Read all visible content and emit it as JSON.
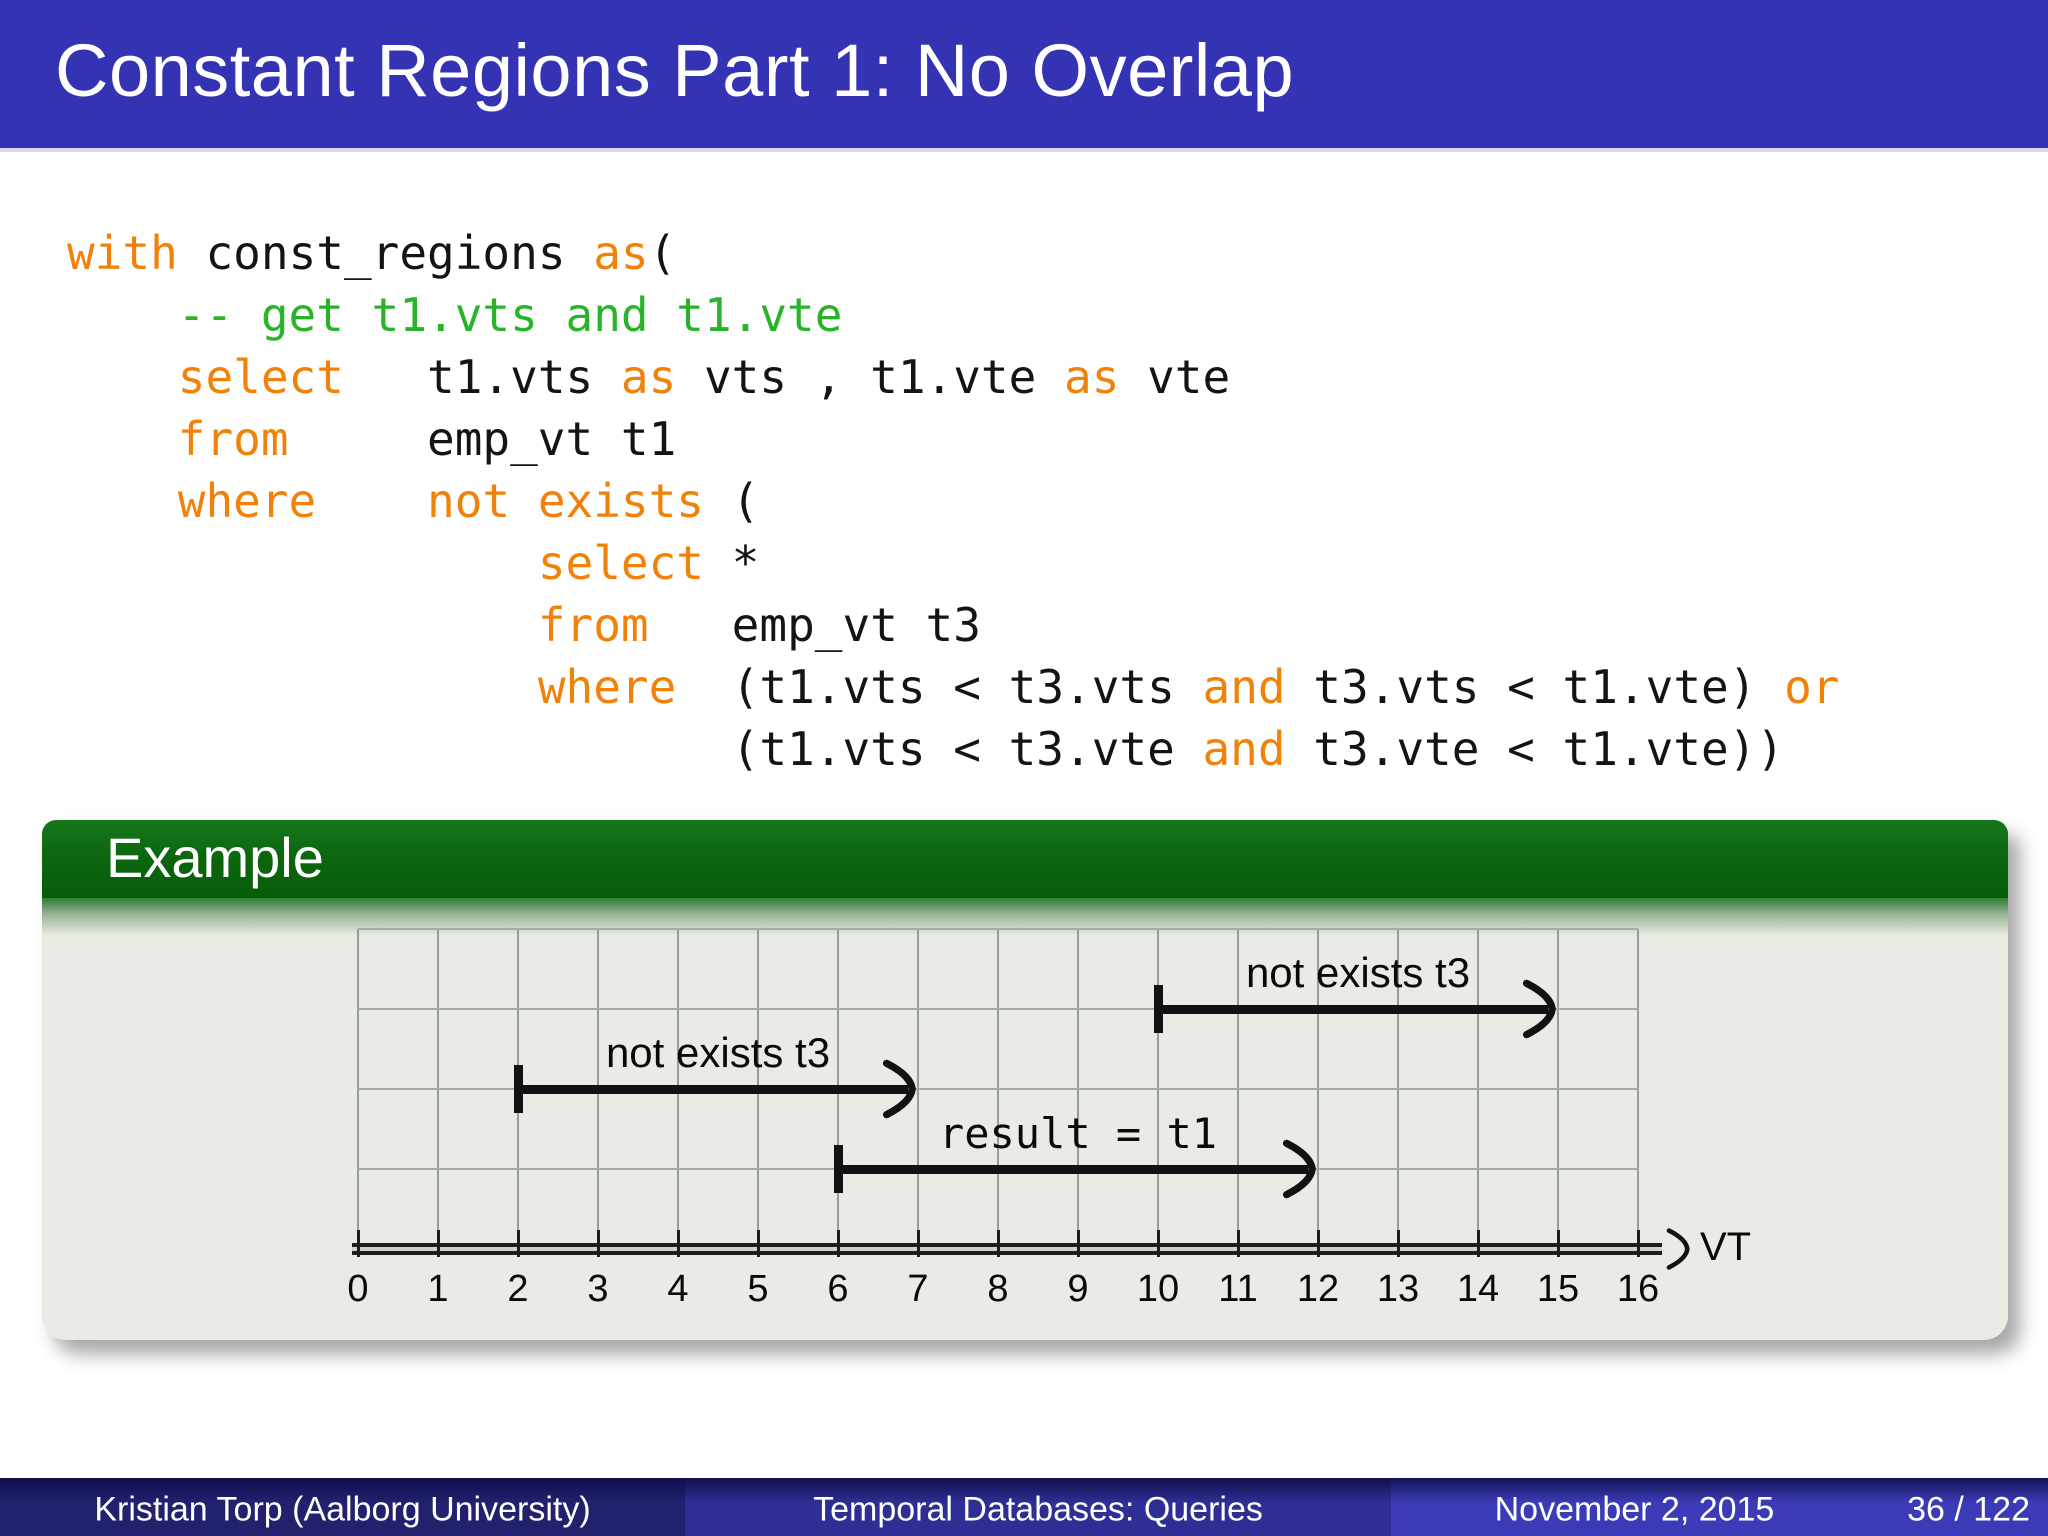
{
  "slide": {
    "title": "Constant Regions Part 1: No Overlap"
  },
  "colors": {
    "title_bar": "#3333b3",
    "keyword": "#f18109",
    "comment": "#28b428",
    "block_green": "#0b660e",
    "block_body": "#e9ece5",
    "foot1": "#21216e",
    "foot2": "#2e2e94",
    "foot3": "#3b3bb8"
  },
  "code": {
    "lines": [
      [
        {
          "t": "with ",
          "c": "kw"
        },
        {
          "t": "const_regions ",
          "c": "pl"
        },
        {
          "t": "as",
          "c": "kw"
        },
        {
          "t": "(",
          "c": "pl"
        }
      ],
      [
        {
          "t": "    ",
          "c": "pl"
        },
        {
          "t": "-- get t1.vts and t1.vte",
          "c": "cm"
        }
      ],
      [
        {
          "t": "    ",
          "c": "pl"
        },
        {
          "t": "select",
          "c": "kw"
        },
        {
          "t": "   t1.vts ",
          "c": "pl"
        },
        {
          "t": "as",
          "c": "kw"
        },
        {
          "t": " vts , t1.vte ",
          "c": "pl"
        },
        {
          "t": "as",
          "c": "kw"
        },
        {
          "t": " vte",
          "c": "pl"
        }
      ],
      [
        {
          "t": "    ",
          "c": "pl"
        },
        {
          "t": "from",
          "c": "kw"
        },
        {
          "t": "     emp_vt t1",
          "c": "pl"
        }
      ],
      [
        {
          "t": "    ",
          "c": "pl"
        },
        {
          "t": "where",
          "c": "kw"
        },
        {
          "t": "    ",
          "c": "pl"
        },
        {
          "t": "not exists",
          "c": "kw"
        },
        {
          "t": " (",
          "c": "pl"
        }
      ],
      [
        {
          "t": "                 ",
          "c": "pl"
        },
        {
          "t": "select",
          "c": "kw"
        },
        {
          "t": " *",
          "c": "pl"
        }
      ],
      [
        {
          "t": "                 ",
          "c": "pl"
        },
        {
          "t": "from",
          "c": "kw"
        },
        {
          "t": "   emp_vt t3",
          "c": "pl"
        }
      ],
      [
        {
          "t": "                 ",
          "c": "pl"
        },
        {
          "t": "where",
          "c": "kw"
        },
        {
          "t": "  (t1.vts < t3.vts ",
          "c": "pl"
        },
        {
          "t": "and",
          "c": "kw"
        },
        {
          "t": " t3.vts < t1.vte) ",
          "c": "pl"
        },
        {
          "t": "or",
          "c": "kw"
        }
      ],
      [
        {
          "t": "                        (t1.vts < t3.vte ",
          "c": "pl"
        },
        {
          "t": "and",
          "c": "kw"
        },
        {
          "t": " t3.vte < t1.vte))",
          "c": "pl"
        }
      ]
    ]
  },
  "example": {
    "title": "Example"
  },
  "chart_data": {
    "type": "interval-timeline",
    "title": "Example",
    "xlabel": "VT",
    "x_range": [
      0,
      16
    ],
    "tick_labels": [
      "0",
      "1",
      "2",
      "3",
      "4",
      "5",
      "6",
      "7",
      "8",
      "9",
      "10",
      "11",
      "12",
      "13",
      "14",
      "15",
      "16"
    ],
    "grid": true,
    "grid_rows": 4,
    "intervals": [
      {
        "label": "not exists t3",
        "start": 10,
        "end": 15,
        "row": 0,
        "mono": false
      },
      {
        "label": "not exists t3",
        "start": 2,
        "end": 7,
        "row": 1,
        "mono": false
      },
      {
        "label": "result = t1",
        "start": 6,
        "end": 12,
        "row": 2,
        "mono": true
      }
    ]
  },
  "footer": {
    "author": "Kristian Torp  (Aalborg University)",
    "deck_title": "Temporal Databases: Queries",
    "date": "November 2, 2015",
    "page": "36 / 122"
  }
}
